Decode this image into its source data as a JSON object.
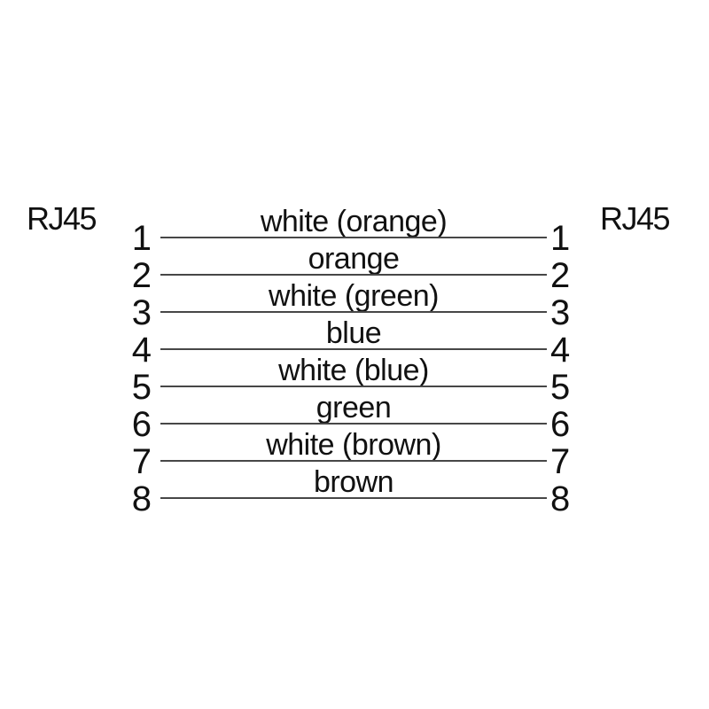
{
  "diagram": {
    "type": "cable-pinout",
    "left_connector": {
      "label": "RJ45"
    },
    "right_connector": {
      "label": "RJ45"
    },
    "colors": {
      "background": "#ffffff",
      "text": "#111111",
      "wire_line": "#474747"
    },
    "pins": [
      {
        "left_pin": "1",
        "right_pin": "1",
        "wire": "white (orange)"
      },
      {
        "left_pin": "2",
        "right_pin": "2",
        "wire": "orange"
      },
      {
        "left_pin": "3",
        "right_pin": "3",
        "wire": "white (green)"
      },
      {
        "left_pin": "4",
        "right_pin": "4",
        "wire": "blue"
      },
      {
        "left_pin": "5",
        "right_pin": "5",
        "wire": "white (blue)"
      },
      {
        "left_pin": "6",
        "right_pin": "6",
        "wire": "green"
      },
      {
        "left_pin": "7",
        "right_pin": "7",
        "wire": "white (brown)"
      },
      {
        "left_pin": "8",
        "right_pin": "8",
        "wire": "brown"
      }
    ]
  }
}
